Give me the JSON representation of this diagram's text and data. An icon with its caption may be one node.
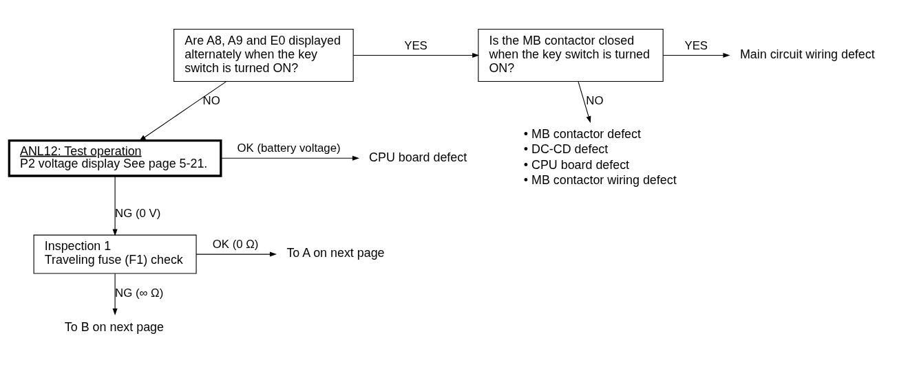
{
  "diagram": {
    "nodes": [
      {
        "text": [
          "Are A8, A9 and E0 displayed alternately when the key switch is turned ON?"
        ]
      },
      {
        "text": [
          "Is the MB contactor closed when the key switch is turned ON?"
        ]
      },
      {
        "text": [
          "Main circuit wiring defect"
        ]
      },
      {
        "text": [
          "ANL12: Test operation",
          "P2 voltage display See page 5-21."
        ]
      },
      {
        "text": [
          "CPU board defect"
        ]
      },
      {
        "text": [
          "• MB contactor defect",
          "• DC-CD defect",
          "• CPU board defect",
          "• MB contactor wiring defect"
        ]
      },
      {
        "text": [
          "Inspection 1",
          "Traveling fuse (F1) check"
        ]
      },
      {
        "text": [
          "To A on next page"
        ]
      },
      {
        "text": [
          "To B on next page"
        ]
      }
    ],
    "edges": [
      {
        "from": 0,
        "to": 1,
        "arrow": "to",
        "label": "YES"
      },
      {
        "from": 1,
        "to": 2,
        "arrow": "to",
        "label": "YES"
      },
      {
        "from": 1,
        "to": 5,
        "arrow": "to",
        "label": "NO"
      },
      {
        "from": 0,
        "to": 3,
        "arrow": "to",
        "label": "NO"
      },
      {
        "from": 3,
        "to": 4,
        "arrow": "to",
        "label": "OK (battery voltage)"
      },
      {
        "from": 3,
        "to": 6,
        "arrow": "to",
        "label": "NG (0 V)"
      },
      {
        "from": 6,
        "to": 7,
        "arrow": "to",
        "label": "OK (0 Ω)"
      },
      {
        "from": 6,
        "to": 8,
        "arrow": "to",
        "label": "NG (∞ Ω)"
      }
    ]
  }
}
